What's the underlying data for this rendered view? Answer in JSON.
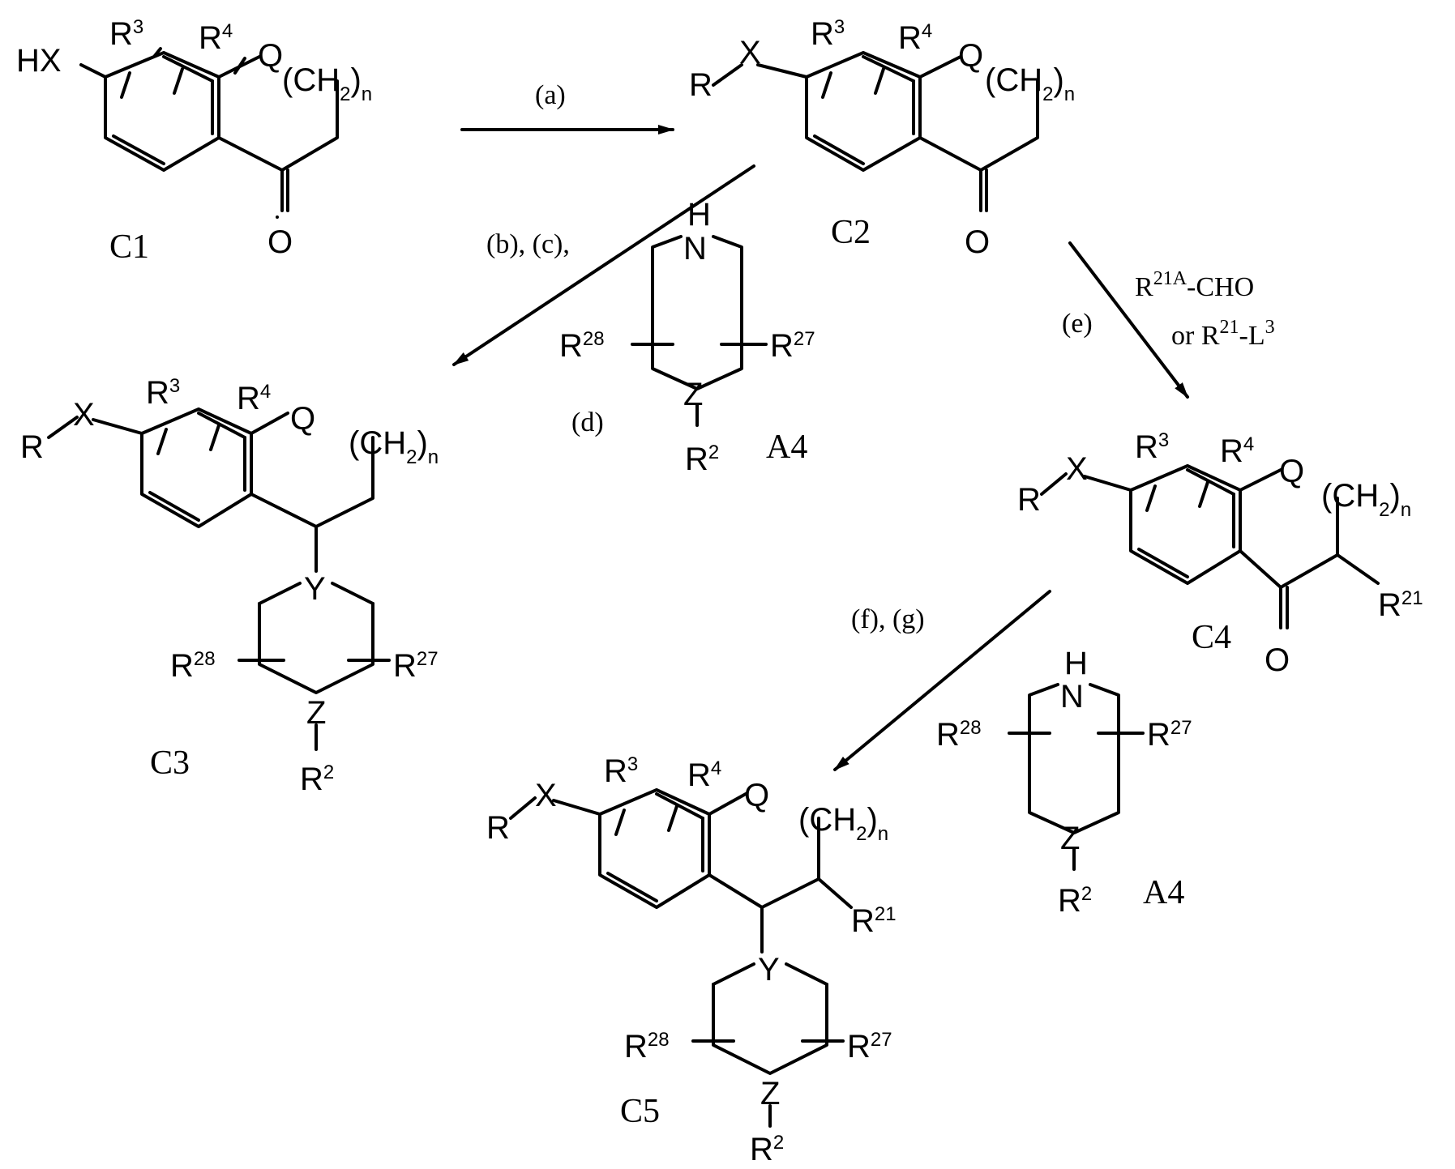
{
  "compounds": {
    "c1": "C1",
    "c2": "C2",
    "c3": "C3",
    "c4": "C4",
    "c5": "C5",
    "a4": "A4"
  },
  "atoms": {
    "hx": "HX",
    "r": "R",
    "x": "X",
    "q": "Q",
    "o": "O",
    "h": "H",
    "n": "N",
    "y": "Y",
    "z": "Z",
    "ch2_open": "(CH",
    "ch2_sub": "2",
    "ch2_close": ")",
    "n_sub": "n",
    "r3_sup": "3",
    "r4_sup": "4",
    "r21_sup": "21",
    "r27_sup": "27",
    "r28_sup": "28",
    "r2_sup": "2"
  },
  "conditions": {
    "a": "(a)",
    "bc": "(b), (c),",
    "d": "(d)",
    "e": "(e)",
    "fg": "(f), (g)",
    "aldehyde_r": "R",
    "aldehyde_sup": "21A",
    "aldehyde_rest": "-CHO",
    "alkyl_or": "or R",
    "alkyl_sup": "21",
    "alkyl_mid": "-L",
    "alkyl_sup2": "3"
  }
}
